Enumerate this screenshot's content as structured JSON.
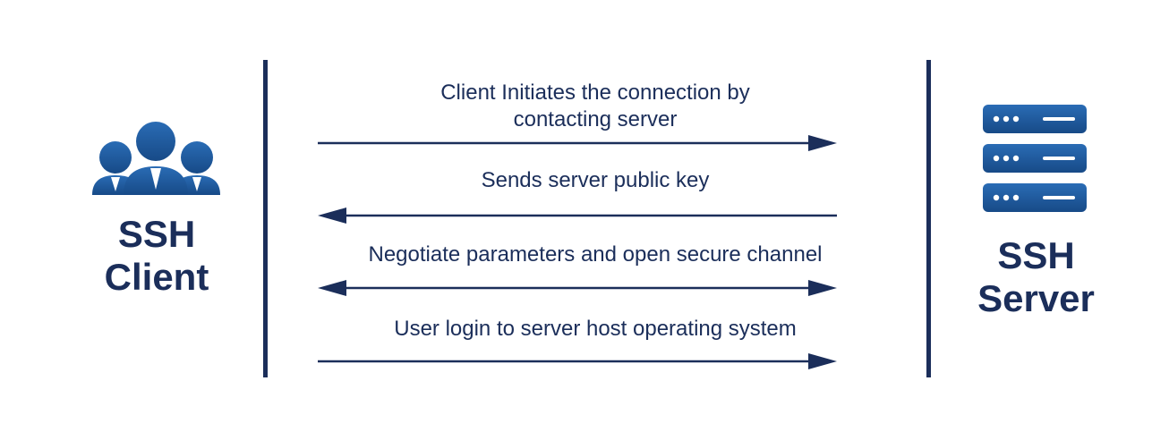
{
  "client": {
    "title_line1": "SSH",
    "title_line2": "Client",
    "icon": "users-group-icon"
  },
  "server": {
    "title_line1": "SSH",
    "title_line2": "Server",
    "icon": "server-rack-icon"
  },
  "messages": [
    {
      "line1": "Client Initiates the connection by",
      "line2": "contacting server",
      "direction": "right"
    },
    {
      "line1": "Sends server public key",
      "line2": "",
      "direction": "left"
    },
    {
      "line1": "Negotiate parameters and open secure channel",
      "line2": "",
      "direction": "both"
    },
    {
      "line1": "User login to server host operating system",
      "line2": "",
      "direction": "right"
    }
  ],
  "colors": {
    "primary": "#1b2e5a",
    "icon": "#1f5ea1"
  }
}
